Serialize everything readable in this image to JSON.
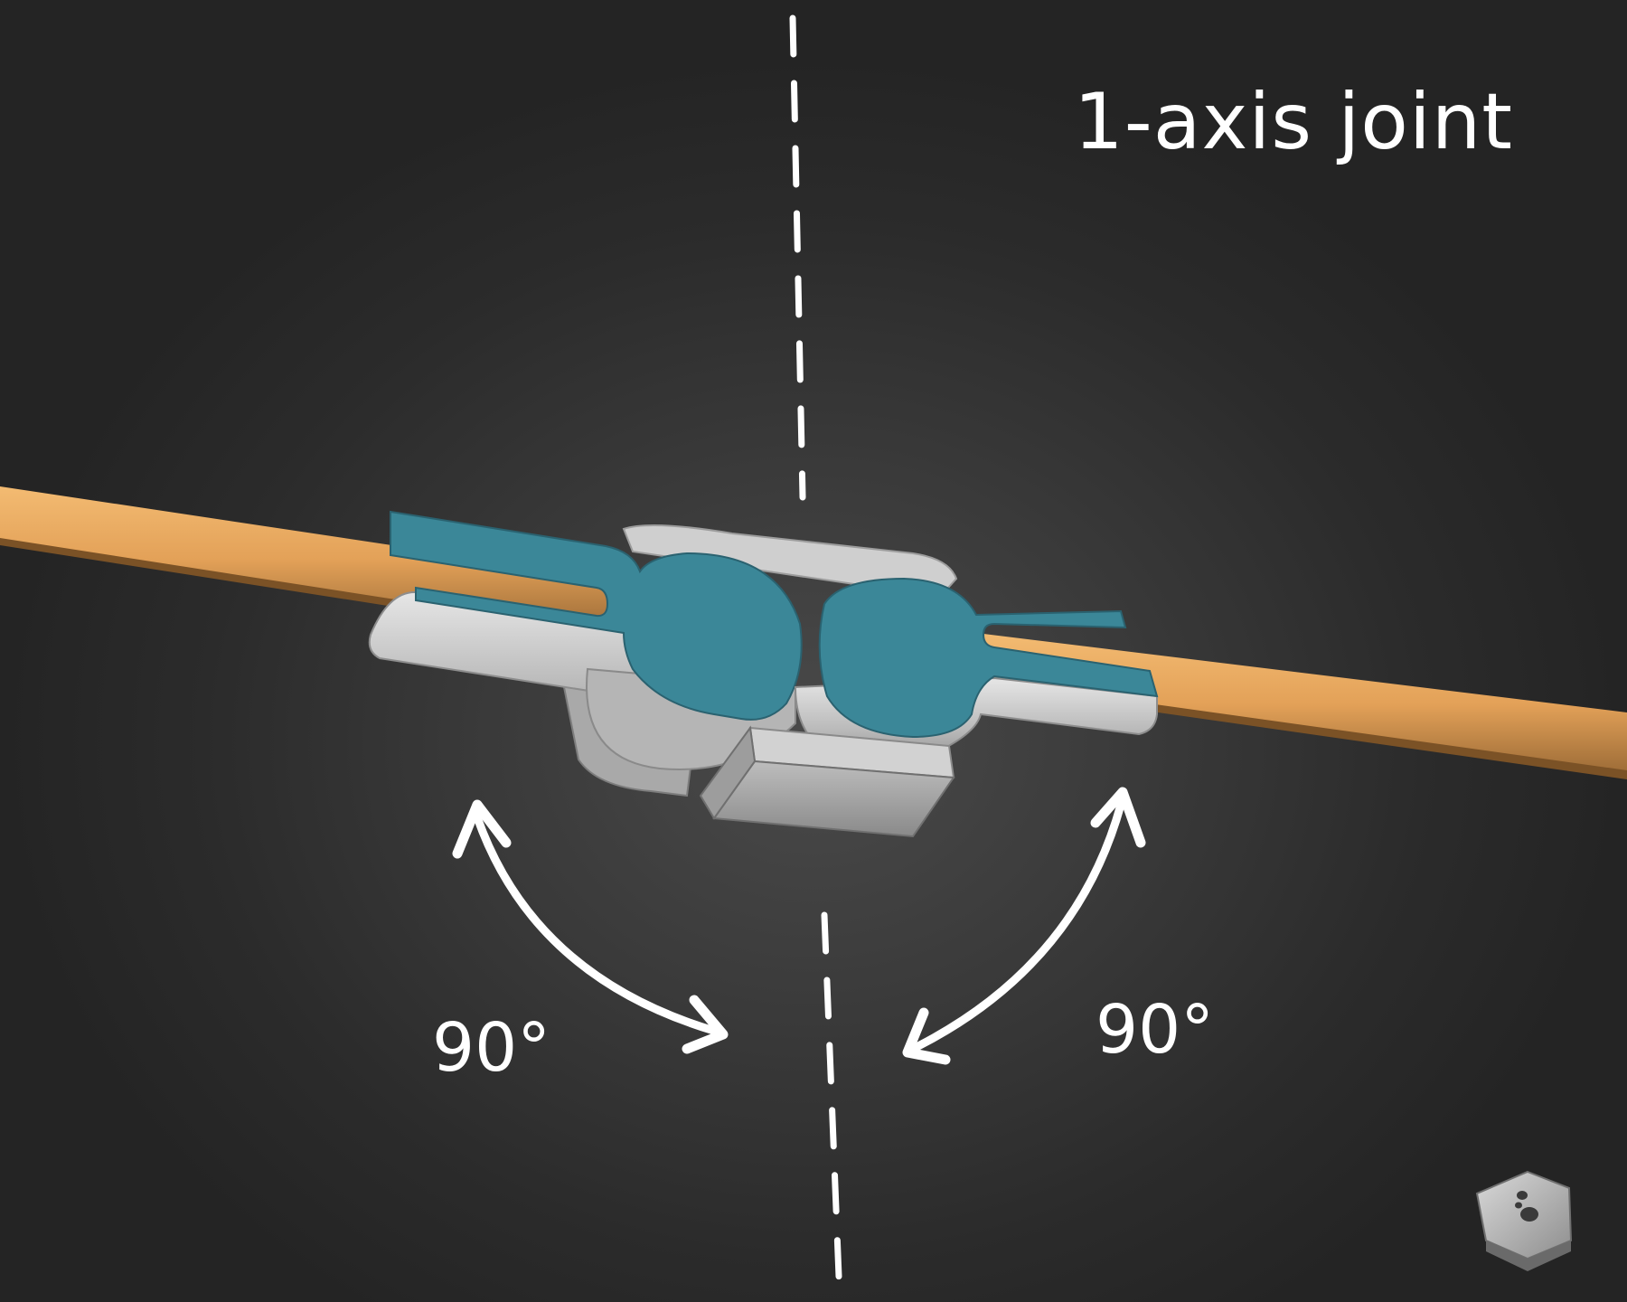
{
  "title": "1-axis joint",
  "angles": {
    "left": "90°",
    "right": "90°"
  },
  "colors": {
    "background": "#2e2e2e",
    "rod": "#e8a55c",
    "socket_face": "#3b8798",
    "housing": "#c4c4c4",
    "annotation": "#ffffff"
  },
  "icons": {
    "logo": "hexagon-nut-logo-icon",
    "rotation_left": "double-curved-arrow-icon",
    "rotation_right": "double-curved-arrow-icon"
  }
}
